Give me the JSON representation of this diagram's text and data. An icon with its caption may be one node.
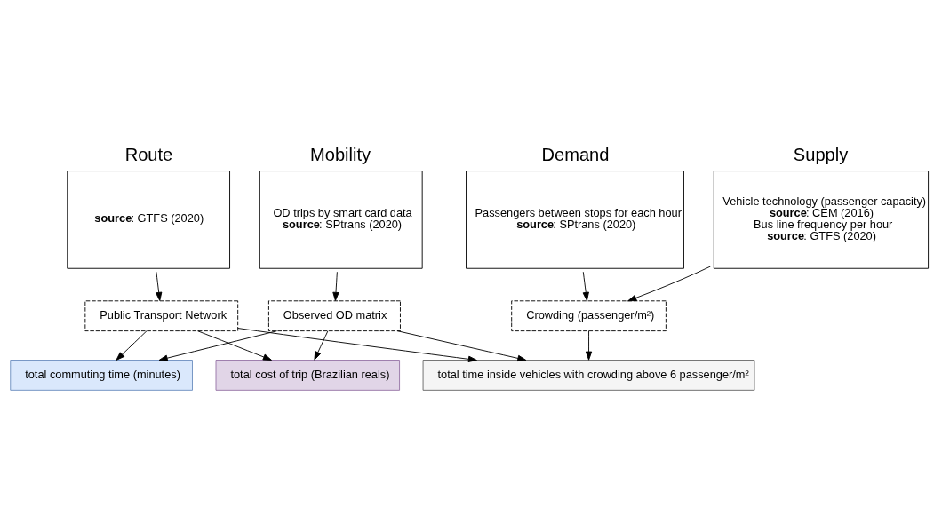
{
  "diagram": {
    "nodes": [
      {
        "text": [
          "Mobility",
          "OD trips by smart card data",
          "**source**: SPtrans (2020)"
        ]
      },
      {
        "text": [
          "Route",
          "**source**: GTFS (2020)"
        ]
      },
      {
        "text": [
          "Demand",
          "Passengers between stops for each hour",
          "**source**: SPtrans (2020)"
        ]
      },
      {
        "text": [
          "Supply",
          "Vehicle technology (passenger capacity)",
          "**source**: CEM (2016)",
          "Bus line frequency per hour",
          "**source**: GTFS (2020)"
        ]
      },
      {
        "text": [
          "Observed OD matrix"
        ]
      },
      {
        "text": [
          "Public Transport Network"
        ]
      },
      {
        "text": [
          "Crowding (passenger/m²)"
        ]
      },
      {
        "text": [
          "total cost of trip (Brazilian reals)"
        ]
      },
      {
        "text": [
          "total commuting time (minutes)"
        ]
      },
      {
        "text": [
          "total time inside vehicles with crowding above 6 passenger/m²"
        ]
      }
    ],
    "edges": [
      {
        "from": 0,
        "to": 4,
        "arrow": "to"
      },
      {
        "from": 1,
        "to": 5,
        "arrow": "to"
      },
      {
        "from": 2,
        "to": 6,
        "arrow": "to"
      },
      {
        "from": 3,
        "to": 6,
        "arrow": "to"
      },
      {
        "from": 4,
        "to": 7,
        "arrow": "to"
      },
      {
        "from": 5,
        "to": 7,
        "arrow": "to"
      },
      {
        "from": 4,
        "to": 8,
        "arrow": "to"
      },
      {
        "from": 5,
        "to": 8,
        "arrow": "to"
      },
      {
        "from": 4,
        "to": 9,
        "arrow": "to"
      },
      {
        "from": 5,
        "to": 9,
        "arrow": "to"
      },
      {
        "from": 6,
        "to": 9,
        "arrow": "to"
      }
    ]
  }
}
